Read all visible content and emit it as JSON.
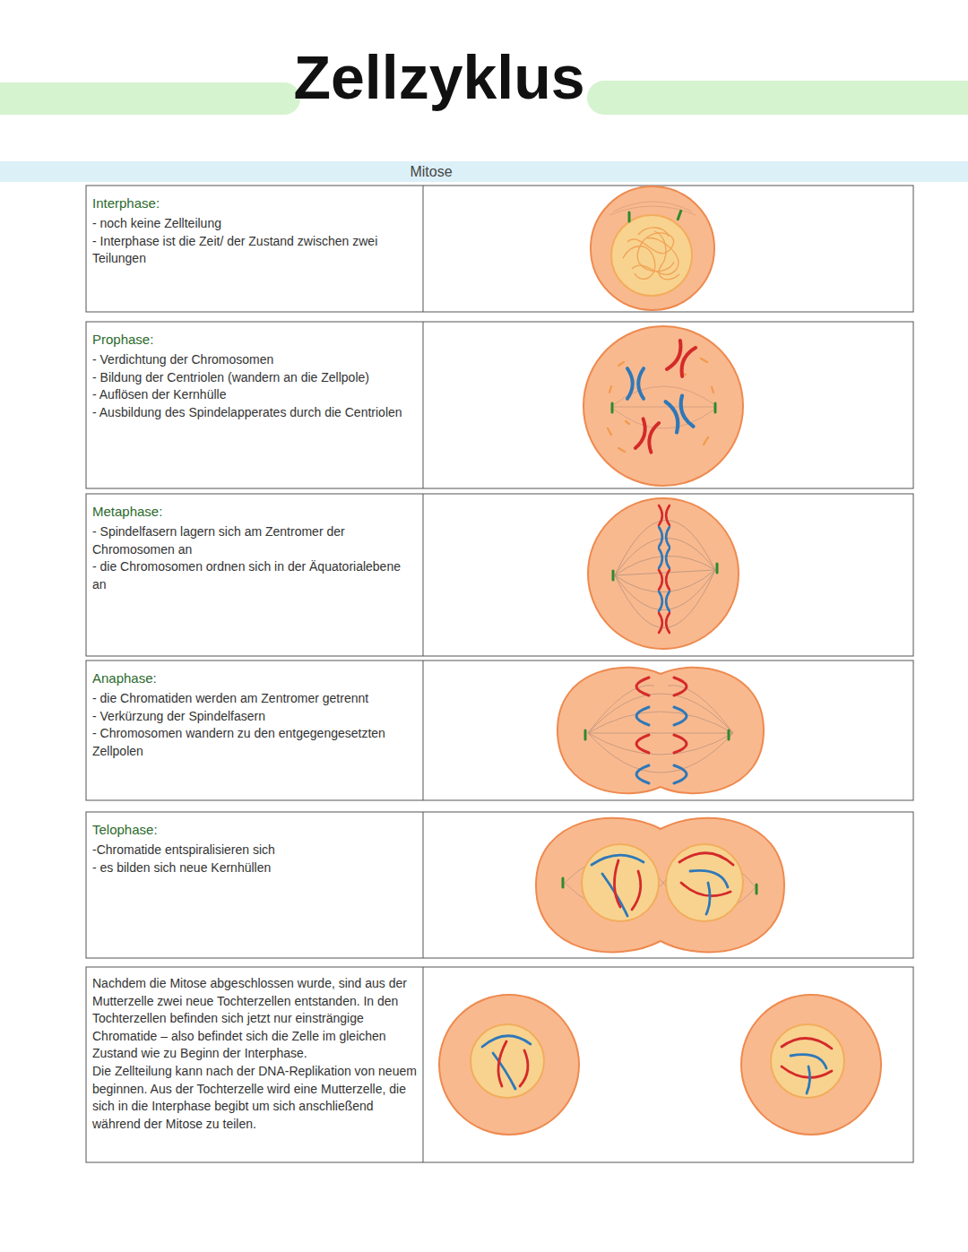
{
  "diagram": {
    "title": "Zellzyklus",
    "nodes": [
      {
        "text": [
          "Interphase:",
          "- noch keine Zellteilung",
          "- Interphase ist die Zeit/ der Zustand zwischen zwei Teilungen"
        ]
      },
      {
        "text": [
          "Prophase:",
          "- Verdichtung der Chromosomen",
          "- Bildung der Centriolen (wandern an die Zellpole)",
          "- Auflösen der Kernhülle",
          "- Ausbildung des Spindelapperates durch die Centriolen"
        ]
      },
      {
        "text": [
          "Metaphase:",
          "- Spindelfasern lagern sich am Zentromer der Chromosomen an",
          "- die Chromosomen ordnen sich in der Äquatorialebene an"
        ]
      },
      {
        "text": [
          "Anaphase:",
          "- die Chromatiden werden am Zentromer getrennt",
          "- Verkürzung der Spindelfasern",
          "- Chromosomen wandern zu den entgegengesetzten Zellpolen"
        ]
      },
      {
        "text": [
          "Telophase:",
          "-Chromatide entspiralisieren sich",
          "- es bilden sich neue Kernhüllen"
        ]
      },
      {
        "text": [
          "Nachdem die Mitose abgeschlossen wurde, sind aus der Mutterzelle zwei neue Tochterzellen entstanden. In den Tochterzellen befinden sich jetzt nur einsträngige Chromatide – also befindet sich die Zelle im gleichen Zustand wie zu Beginn der Interphase.",
          "Die Zellteilung kann nach der DNA-Replikation von neuem beginnen. Aus der Tochterzelle wird eine Mutterzelle, die sich in die Interphase begibt um sich anschließend während der Mitose zu teilen."
        ]
      }
    ],
    "labels": [
      "Mitose"
    ]
  }
}
